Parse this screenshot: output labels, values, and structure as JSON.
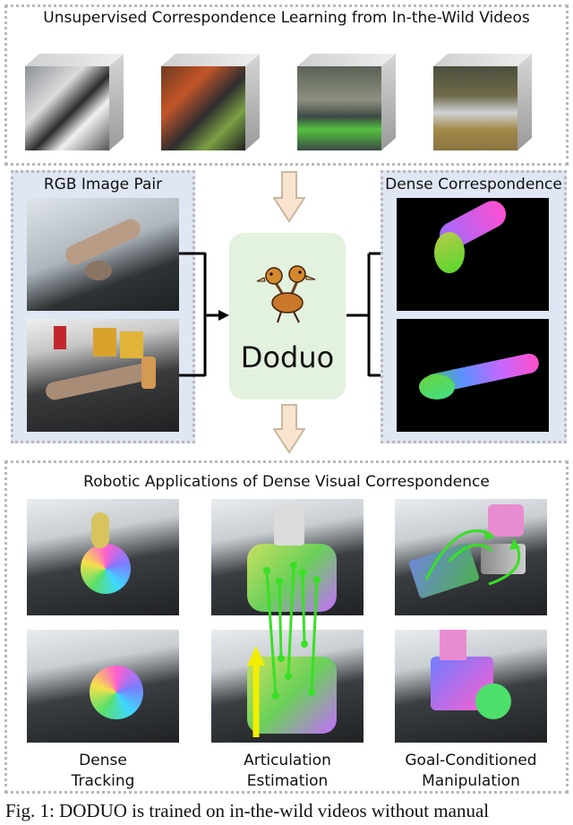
{
  "top_panel": {
    "title": "Unsupervised Correspondence Learning from In-the-Wild Videos"
  },
  "left_panel": {
    "title": "RGB Image Pair"
  },
  "center": {
    "model_name": "Doduo"
  },
  "right_panel": {
    "title": "Dense Correspondence"
  },
  "bottom_panel": {
    "title": "Robotic Applications of Dense Visual Correspondence",
    "columns": [
      {
        "label_line1": "Dense",
        "label_line2": "Tracking"
      },
      {
        "label_line1": "Articulation",
        "label_line2": "Estimation"
      },
      {
        "label_line1": "Goal-Conditioned",
        "label_line2": "Manipulation"
      }
    ]
  },
  "caption": {
    "text": "Fig. 1: DODUO is trained on in-the-wild videos without manual"
  },
  "colors": {
    "panel_blue": "#dfe6f4",
    "model_green": "#e3f1df",
    "arrow_fill": "#fbe4cf",
    "arrow_stroke": "#c8b79f",
    "track_green": "#39e025",
    "yellow_arrow": "#f2ee00"
  }
}
